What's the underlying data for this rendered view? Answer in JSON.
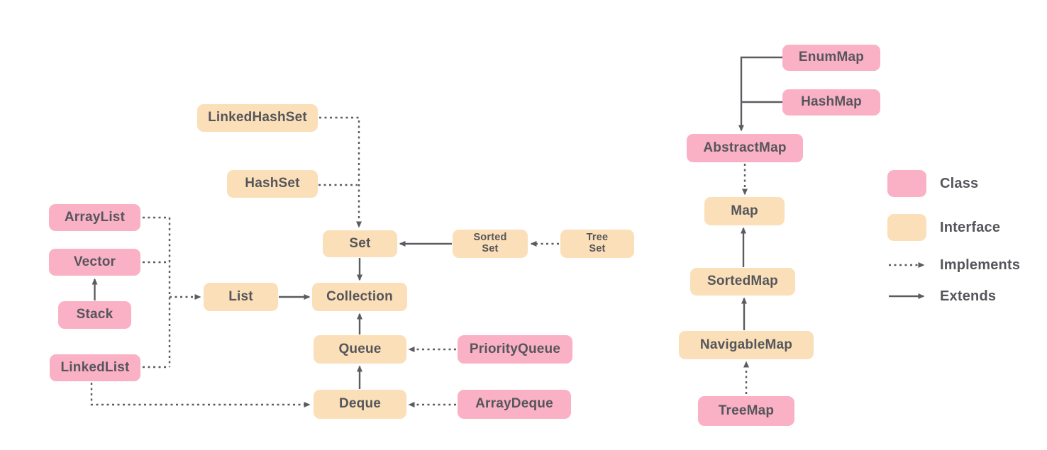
{
  "colors": {
    "class_fill": "#FBB1C5",
    "interface_fill": "#FBDFB8",
    "edge_stroke": "#5B5C61",
    "label_text": "#55565B",
    "background": "#FFFFFF"
  },
  "nodes": {
    "linked_hash_set": {
      "label": "LinkedHashSet",
      "category": "interface-colored"
    },
    "hash_set": {
      "label": "HashSet",
      "category": "interface-colored"
    },
    "set": {
      "label": "Set",
      "category": "interface"
    },
    "sorted_set": {
      "label": "Sorted\nSet",
      "category": "interface"
    },
    "tree_set": {
      "label": "Tree\nSet",
      "category": "interface-colored"
    },
    "list": {
      "label": "List",
      "category": "interface"
    },
    "collection": {
      "label": "Collection",
      "category": "interface"
    },
    "queue": {
      "label": "Queue",
      "category": "interface"
    },
    "deque": {
      "label": "Deque",
      "category": "interface"
    },
    "array_list": {
      "label": "ArrayList",
      "category": "class"
    },
    "vector": {
      "label": "Vector",
      "category": "class"
    },
    "stack": {
      "label": "Stack",
      "category": "class"
    },
    "linked_list": {
      "label": "LinkedList",
      "category": "class"
    },
    "priority_queue": {
      "label": "PriorityQueue",
      "category": "class"
    },
    "array_deque": {
      "label": "ArrayDeque",
      "category": "class"
    },
    "enum_map": {
      "label": "EnumMap",
      "category": "class"
    },
    "hash_map": {
      "label": "HashMap",
      "category": "class"
    },
    "abstract_map": {
      "label": "AbstractMap",
      "category": "class"
    },
    "map": {
      "label": "Map",
      "category": "interface"
    },
    "sorted_map": {
      "label": "SortedMap",
      "category": "interface"
    },
    "navigable_map": {
      "label": "NavigableMap",
      "category": "interface"
    },
    "tree_map": {
      "label": "TreeMap",
      "category": "class"
    }
  },
  "edges": {
    "implements": [
      {
        "from": "LinkedHashSet",
        "to": "Set"
      },
      {
        "from": "HashSet",
        "to": "Set"
      },
      {
        "from": "TreeSet",
        "to": "SortedSet"
      },
      {
        "from": "ArrayList",
        "to": "List"
      },
      {
        "from": "Vector",
        "to": "List"
      },
      {
        "from": "LinkedList",
        "to": "List"
      },
      {
        "from": "LinkedList",
        "to": "Deque"
      },
      {
        "from": "PriorityQueue",
        "to": "Queue"
      },
      {
        "from": "ArrayDeque",
        "to": "Deque"
      },
      {
        "from": "AbstractMap",
        "to": "Map"
      },
      {
        "from": "TreeMap",
        "to": "NavigableMap"
      }
    ],
    "extends": [
      {
        "from": "Stack",
        "to": "Vector"
      },
      {
        "from": "List",
        "to": "Collection"
      },
      {
        "from": "Set",
        "to": "Collection"
      },
      {
        "from": "SortedSet",
        "to": "Set"
      },
      {
        "from": "Queue",
        "to": "Collection"
      },
      {
        "from": "Deque",
        "to": "Queue"
      },
      {
        "from": "EnumMap",
        "to": "AbstractMap"
      },
      {
        "from": "HashMap",
        "to": "AbstractMap"
      },
      {
        "from": "SortedMap",
        "to": "Map"
      },
      {
        "from": "NavigableMap",
        "to": "SortedMap"
      }
    ]
  },
  "legend": {
    "class": {
      "label": "Class"
    },
    "interface": {
      "label": "Interface"
    },
    "implements": {
      "label": "Implements"
    },
    "extends": {
      "label": "Extends"
    }
  }
}
